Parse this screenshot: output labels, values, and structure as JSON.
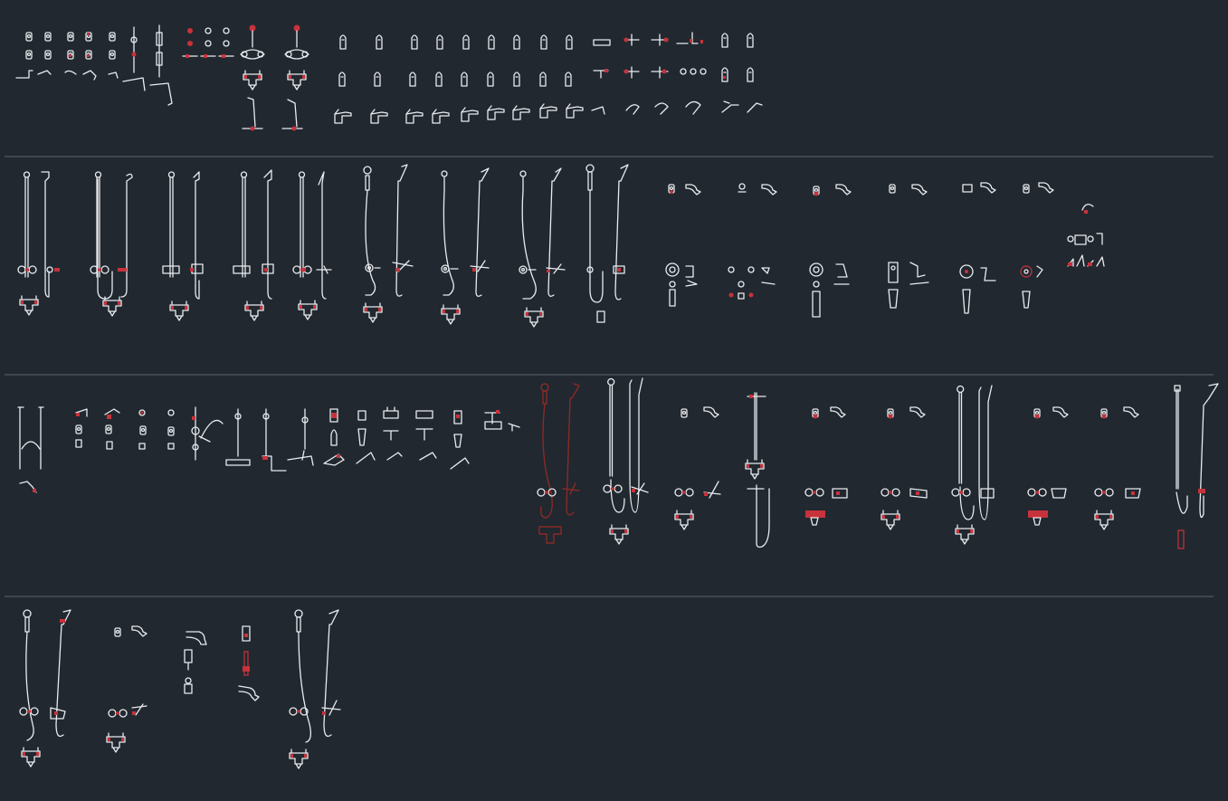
{
  "drawing": {
    "background": "#212830",
    "line_color": "#e9ecef",
    "accent_color": "#c8323a",
    "divider_color": "#5d636b",
    "brown_color": "#8a2a26"
  },
  "blocks": [
    {
      "id": "row-1",
      "content": "faucet-and-mixer-symbols",
      "icon": "faucet-icon"
    },
    {
      "id": "row-2",
      "content": "shower-set-symbols",
      "icon": "shower-icon"
    },
    {
      "id": "row-3",
      "content": "mixed-bath-and-shower-symbols",
      "icon": "shower-icon"
    },
    {
      "id": "row-4",
      "content": "shower-set-symbols",
      "icon": "shower-icon"
    }
  ]
}
